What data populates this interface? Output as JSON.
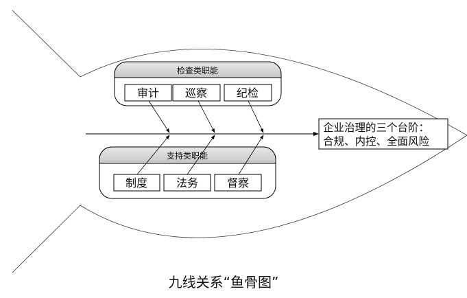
{
  "top_group": {
    "title": "检查类职能",
    "items": [
      "审计",
      "巡察",
      "纪检"
    ]
  },
  "bottom_group": {
    "title": "支持类职能",
    "items": [
      "制度",
      "法务",
      "督察"
    ]
  },
  "result": {
    "line1": "企业治理的三个台阶：",
    "line2": "合规、内控、全面风险"
  },
  "caption": "九线关系“鱼骨图”"
}
